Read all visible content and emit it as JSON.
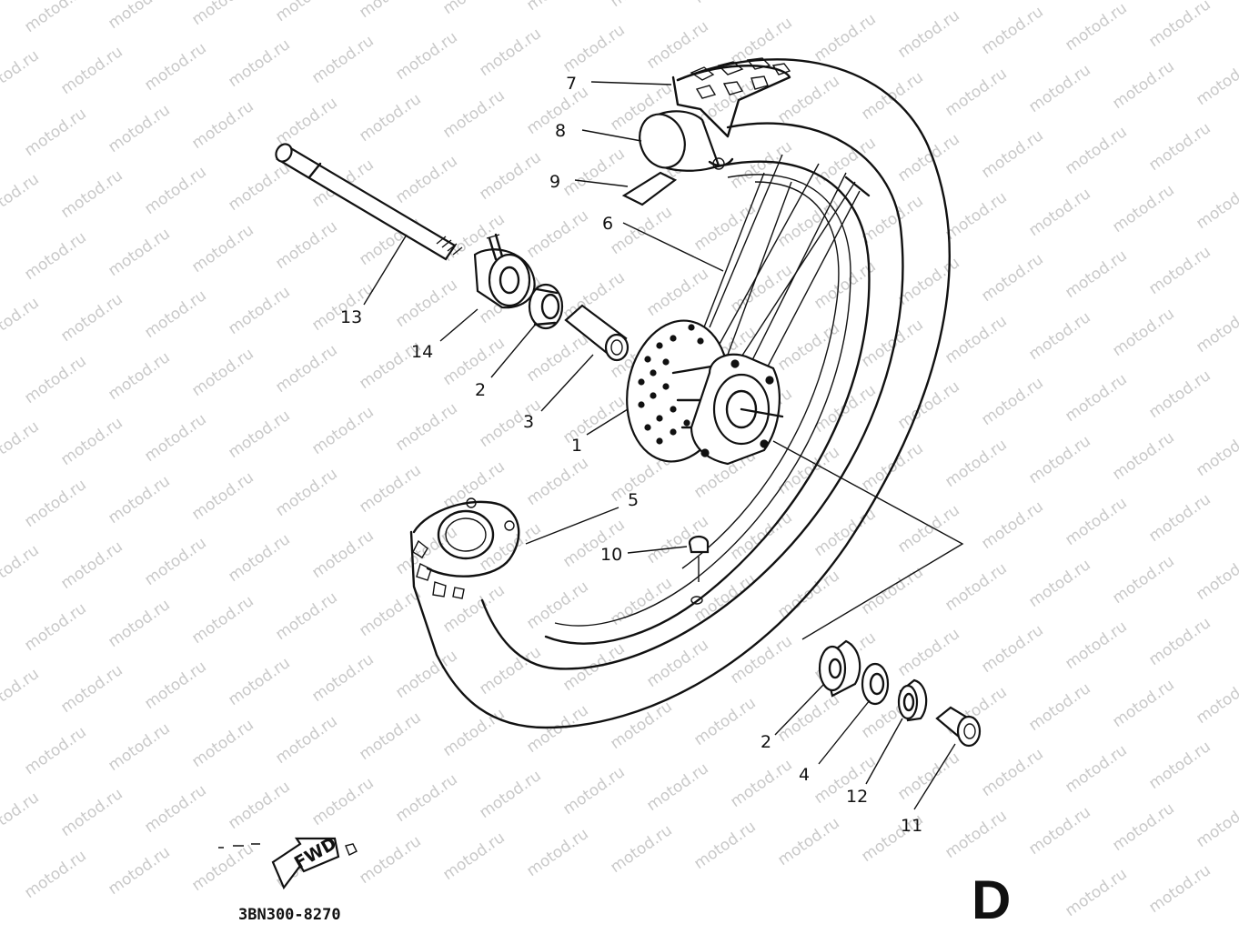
{
  "watermark": "motod.ru",
  "diagram_code": "3BN300-8270",
  "section_letter": "D",
  "fwd_label": "FWD",
  "callouts": {
    "c1": "1",
    "c2a": "2",
    "c2b": "2",
    "c3": "3",
    "c4": "4",
    "c5": "5",
    "c6": "6",
    "c7": "7",
    "c8": "8",
    "c9": "9",
    "c10": "10",
    "c11": "11",
    "c12": "12",
    "c13": "13",
    "c14": "14"
  }
}
